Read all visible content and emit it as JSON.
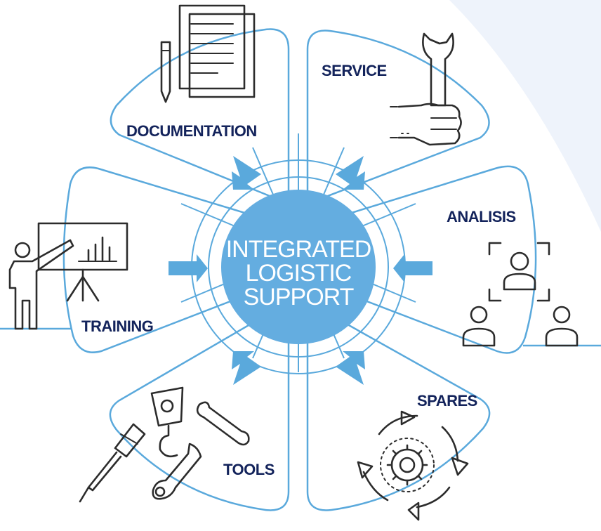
{
  "center": {
    "lines": [
      "INTEGRATED",
      "LOGISTIC",
      "SUPPORT"
    ]
  },
  "segments": [
    {
      "label": "DOCUMENTATION",
      "icon": "document-icon"
    },
    {
      "label": "SERVICE",
      "icon": "wrench-hand-icon"
    },
    {
      "label": "ANALISIS",
      "icon": "people-analysis-icon"
    },
    {
      "label": "SPARES",
      "icon": "cycle-gear-icon"
    },
    {
      "label": "TOOLS",
      "icon": "tools-icon"
    },
    {
      "label": "TRAINING",
      "icon": "presentation-icon"
    }
  ],
  "colors": {
    "accent": "#5aa9dc",
    "hub": "#64ade0",
    "label": "#13235b",
    "icon": "#2c2c2c",
    "background_arc": "#eef3fb"
  }
}
